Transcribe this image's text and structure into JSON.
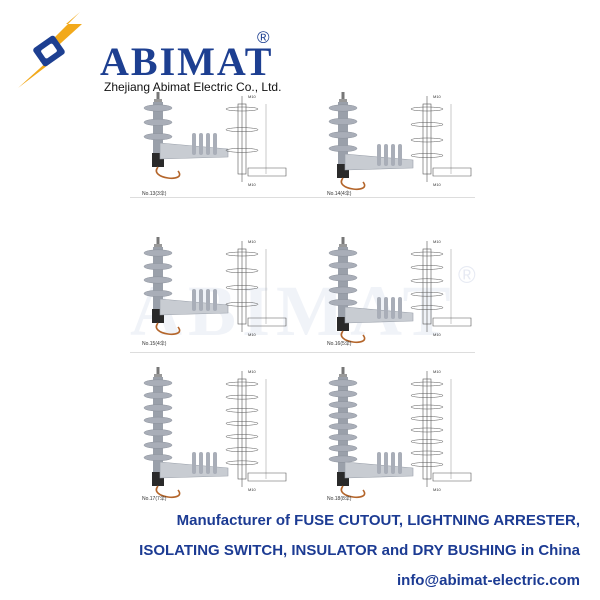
{
  "brand": {
    "name": "ABIMAT",
    "registered_mark": "®",
    "company": "Zhejiang Abimat Electric Co., Ltd."
  },
  "watermark": {
    "text": "ABIMAT",
    "mark": "®"
  },
  "products": [
    {
      "model": "No.13(3伞)",
      "sheds": 3,
      "top_label": "M10",
      "bottom_label": "M10"
    },
    {
      "model": "No.14(4伞)",
      "sheds": 4,
      "top_label": "M10",
      "bottom_label": "M10"
    },
    {
      "model": "No.15(4伞)",
      "sheds": 4,
      "top_label": "M10",
      "bottom_label": "M10"
    },
    {
      "model": "No.16(5伞)",
      "sheds": 5,
      "top_label": "M10",
      "bottom_label": "M10"
    },
    {
      "model": "No.17(7伞)",
      "sheds": 7,
      "top_label": "M10",
      "bottom_label": "M10"
    },
    {
      "model": "No.18(8伞)",
      "sheds": 8,
      "top_label": "M10",
      "bottom_label": "M10"
    }
  ],
  "footer": {
    "line1": "Manufacturer of FUSE CUTOUT, LIGHTNING ARRESTER,",
    "line2": "ISOLATING SWITCH, INSULATOR and DRY BUSHING in China",
    "email": "info@abimat-electric.com"
  },
  "colors": {
    "brand_blue": "#1d3f91",
    "bolt_orange": "#f2a91b",
    "footer_blue": "#1c3b93",
    "insulator_gray": "#a9aeb8"
  }
}
